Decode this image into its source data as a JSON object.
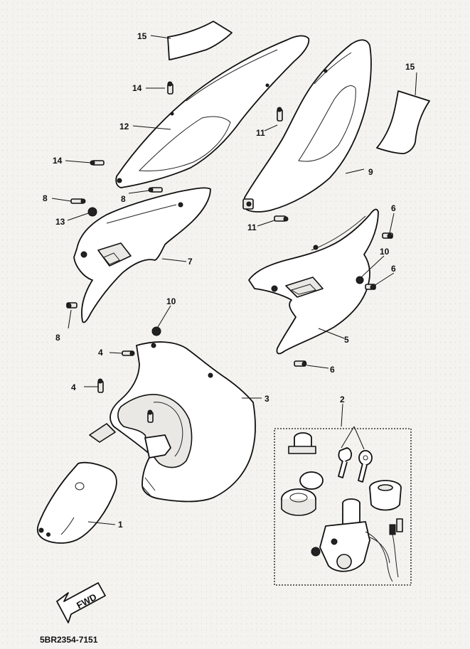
{
  "figure_code": "5BR2354-7151",
  "fwd_label": "FWD",
  "callouts": {
    "c1": "1",
    "c2": "2",
    "c3": "3",
    "c4a": "4",
    "c4b": "4",
    "c5": "5",
    "c6a": "6",
    "c6b": "6",
    "c6c": "6",
    "c7": "7",
    "c8a": "8",
    "c8b": "8",
    "c8c": "8",
    "c9": "9",
    "c10a": "10",
    "c10b": "10",
    "c11a": "11",
    "c11b": "11",
    "c12": "12",
    "c13": "13",
    "c14a": "14",
    "c14b": "14",
    "c15a": "15",
    "c15b": "15"
  }
}
